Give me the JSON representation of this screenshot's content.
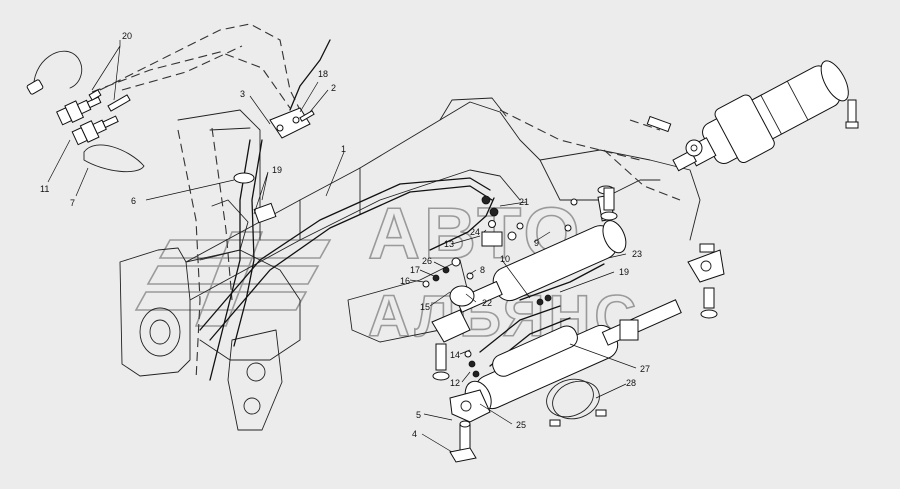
{
  "diagram": {
    "watermark": {
      "line1": "АВТО",
      "line2": "АЛЬЯНС"
    },
    "callouts": [
      {
        "id": "20",
        "label": "20"
      },
      {
        "id": "18",
        "label": "18"
      },
      {
        "id": "3",
        "label": "3"
      },
      {
        "id": "2",
        "label": "2"
      },
      {
        "id": "1",
        "label": "1"
      },
      {
        "id": "19a",
        "label": "19"
      },
      {
        "id": "6",
        "label": "6"
      },
      {
        "id": "11",
        "label": "11"
      },
      {
        "id": "7",
        "label": "7"
      },
      {
        "id": "21",
        "label": "21"
      },
      {
        "id": "24",
        "label": "24"
      },
      {
        "id": "13",
        "label": "13"
      },
      {
        "id": "9",
        "label": "9"
      },
      {
        "id": "26",
        "label": "26"
      },
      {
        "id": "10",
        "label": "10"
      },
      {
        "id": "23",
        "label": "23"
      },
      {
        "id": "17",
        "label": "17"
      },
      {
        "id": "8",
        "label": "8"
      },
      {
        "id": "16",
        "label": "16"
      },
      {
        "id": "19b",
        "label": "19"
      },
      {
        "id": "15",
        "label": "15"
      },
      {
        "id": "22",
        "label": "22"
      },
      {
        "id": "14",
        "label": "14"
      },
      {
        "id": "12",
        "label": "12"
      },
      {
        "id": "27",
        "label": "27"
      },
      {
        "id": "28",
        "label": "28"
      },
      {
        "id": "5",
        "label": "5"
      },
      {
        "id": "25",
        "label": "25"
      },
      {
        "id": "4",
        "label": "4"
      }
    ]
  }
}
